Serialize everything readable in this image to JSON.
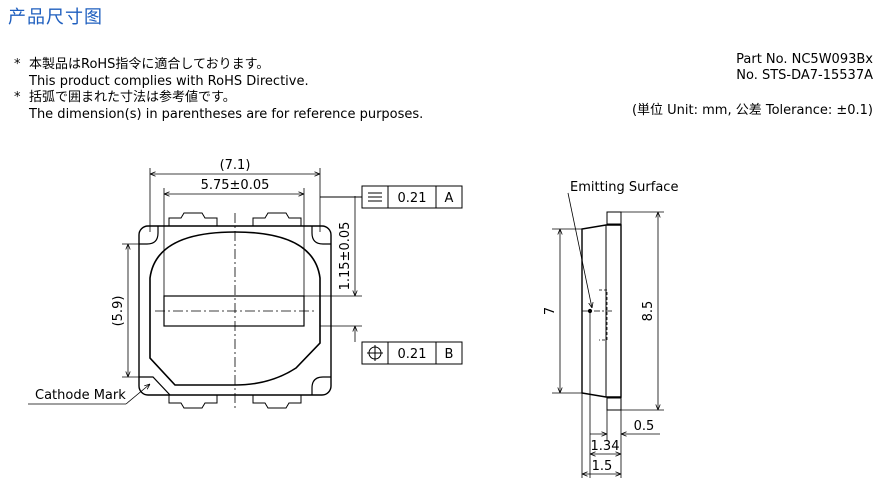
{
  "title": "产品尺寸图",
  "notes": [
    {
      "bullet": "*",
      "jp": "本製品はRoHS指令に適合しております。",
      "en": "This product complies with RoHS Directive."
    },
    {
      "bullet": "*",
      "jp": "括弧で囲まれた寸法は参考値です。",
      "en": "The dimension(s) in parentheses are for reference purposes."
    }
  ],
  "part_no": "Part No. NC5W093Bx",
  "doc_no": "No. STS-DA7-15537A",
  "tolerance": "(単位 Unit: mm,  公差 Tolerance: ±0.1)",
  "front_view": {
    "dim_overall_width": "(7.1)",
    "dim_emitter_width": "5.75±0.05",
    "dim_height": "(5.9)",
    "dim_offset": "1.15±0.05",
    "flatness_value": "0.21",
    "flatness_datum": "A",
    "position_value": "0.21",
    "position_datum": "B",
    "cathode_label": "Cathode Mark"
  },
  "side_view": {
    "emitting_label": "Emitting Surface",
    "dim_7": "7",
    "dim_85": "8.5",
    "dim_05": "0.5",
    "dim_134": "1.34",
    "dim_15": "1.5"
  }
}
